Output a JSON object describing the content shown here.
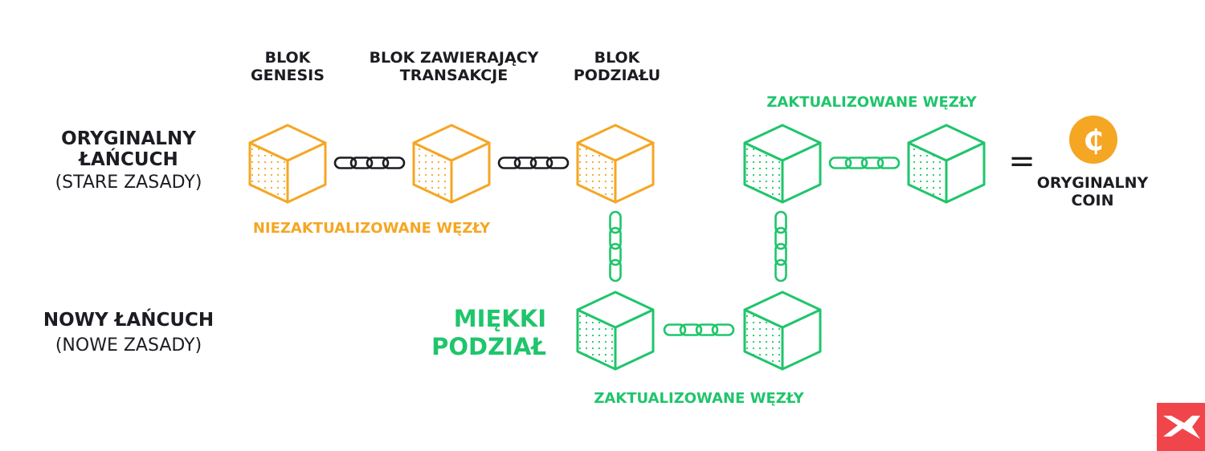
{
  "colors": {
    "orange": "#F5A623",
    "green": "#1FC56B",
    "dark": "#1C1C22",
    "brand_red": "#F0464B"
  },
  "rows": {
    "original_title_line1": "ORYGINALNY",
    "original_title_line2": "ŁAŃCUCH",
    "original_rules": "(STARE ZASADY)",
    "new_title": "NOWY ŁAŃCUCH",
    "new_rules": "(NOWE ZASADY)"
  },
  "block_labels": {
    "genesis_line1": "BLOK",
    "genesis_line2": "GENESIS",
    "tx_line1": "BLOK ZAWIERAJĄCY",
    "tx_line2": "TRANSAKCJE",
    "fork_line1": "BLOK",
    "fork_line2": "PODZIAŁU"
  },
  "node_labels": {
    "not_updated": "NIEZAKTUALIZOWANE WĘZŁY",
    "updated_top": "ZAKTUALIZOWANE WĘZŁY",
    "updated_bottom": "ZAKTUALIZOWANE WĘZŁY"
  },
  "fork_type": {
    "line1": "MIĘKKI",
    "line2": "PODZIAŁ"
  },
  "result": {
    "equals": "=",
    "coin_symbol": "₵",
    "line1": "ORYGINALNY",
    "line2": "COIN"
  },
  "icons": {
    "block": "cube-icon",
    "link": "chain-link-icon",
    "coin": "coin-icon",
    "brand": "brand-logo-icon"
  }
}
